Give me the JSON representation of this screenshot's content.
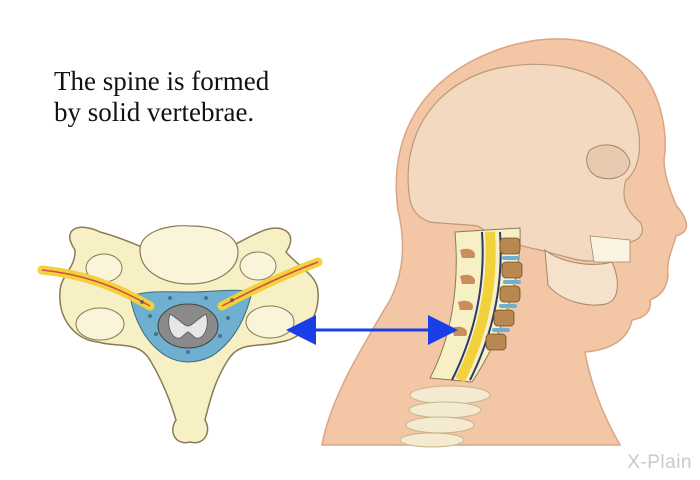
{
  "caption": {
    "line1": "The spine is formed",
    "line2": "by solid vertebrae."
  },
  "brand": {
    "text": "X-Plain"
  },
  "colors": {
    "skin": "#f3c6a6",
    "skin_dark": "#e2a98a",
    "bone": "#f6f0c4",
    "bone_outline": "#8a7a55",
    "disc": "#b98850",
    "nerve_yellow": "#f2d23c",
    "csf_blue": "#6fb0d0",
    "artery_red": "#d44a4a",
    "arrow_blue": "#1a3ee6"
  }
}
